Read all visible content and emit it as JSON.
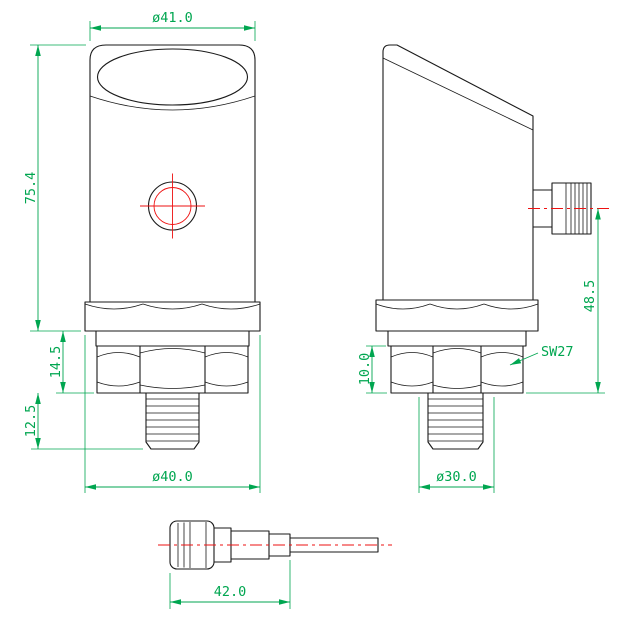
{
  "colors": {
    "background": "#ffffff",
    "outline": "#1a1a1a",
    "centerline": "#ee1111",
    "dimension": "#00a650"
  },
  "views": {
    "front": {
      "dims": {
        "top_diameter": "ø41.0",
        "body_height": "75.4",
        "collar_height": "14.5",
        "thread_length": "12.5",
        "collar_diameter": "ø40.0"
      }
    },
    "side": {
      "dims": {
        "connector_to_nut_height": "48.5",
        "nut_height": "10.0",
        "wrench_size": "SW27",
        "seat_diameter": "ø30.0"
      }
    },
    "connector": {
      "dims": {
        "length": "42.0"
      }
    }
  }
}
